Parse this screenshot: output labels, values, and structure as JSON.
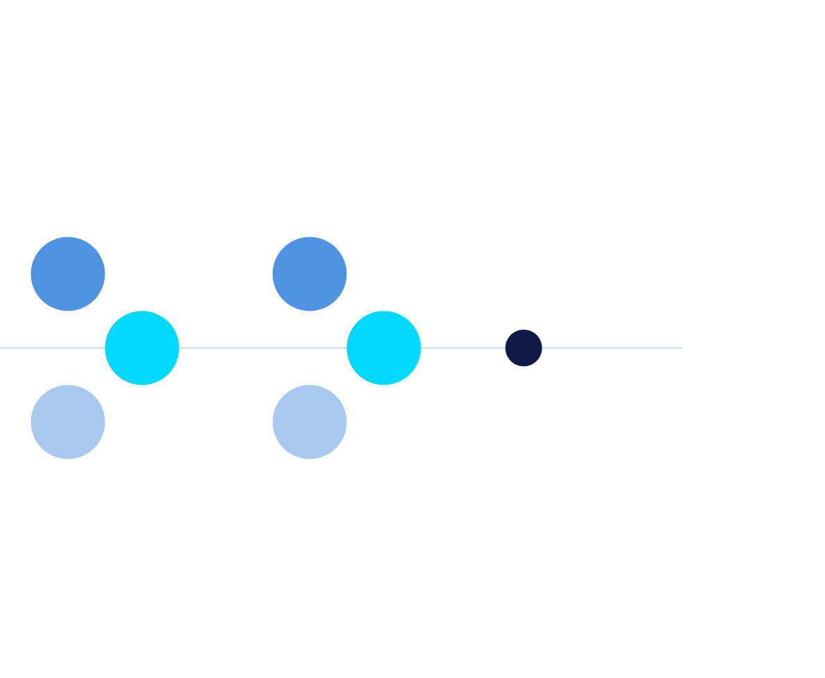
{
  "diagram": {
    "colors": {
      "background": "#ffffff",
      "line": "#c6def0",
      "dot_blue": "#5193e3",
      "dot_cyan": "#00d8ff",
      "dot_light_blue": "#a8c8f0",
      "dot_navy": "#101a44"
    },
    "groups": [
      {
        "dots": [
          {
            "role": "top",
            "color": "dot_blue"
          },
          {
            "role": "center",
            "color": "dot_cyan"
          },
          {
            "role": "bottom",
            "color": "dot_light_blue"
          }
        ]
      },
      {
        "dots": [
          {
            "role": "top",
            "color": "dot_blue"
          },
          {
            "role": "center",
            "color": "dot_cyan"
          },
          {
            "role": "bottom",
            "color": "dot_light_blue"
          }
        ]
      }
    ],
    "end_dot": {
      "color": "dot_navy"
    }
  }
}
